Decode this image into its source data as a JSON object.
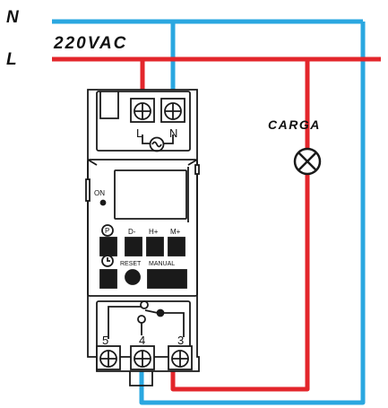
{
  "labels": {
    "neutral": "N",
    "line": "L",
    "voltage": "220VAC",
    "load": "CARGA"
  },
  "device": {
    "terminal_L": "L",
    "terminal_N": "N",
    "on_label": "ON",
    "btn_p": "P",
    "btn_d_minus": "D-",
    "btn_h_plus": "H+",
    "btn_m_plus": "M+",
    "reset_label": "RESET",
    "manual_label": "MANUAL",
    "terminal_5": "5",
    "terminal_4": "4",
    "terminal_3": "3"
  },
  "colors": {
    "neutral_wire": "#2aa7e0",
    "line_wire": "#e3262b",
    "device_outline": "#1a1a1a"
  }
}
